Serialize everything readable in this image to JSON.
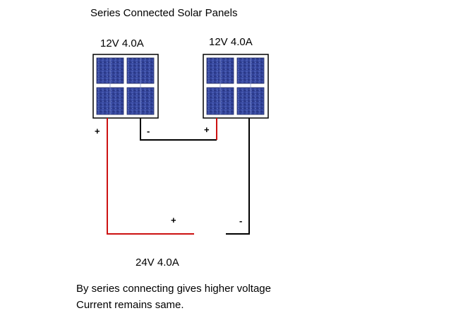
{
  "title": "Series Connected Solar Panels",
  "panels": [
    {
      "label": "12V 4.0A",
      "plus": "+",
      "minus": "-"
    },
    {
      "label": "12V 4.0A",
      "plus": "+",
      "minus": ""
    }
  ],
  "output": {
    "label": "24V 4.0A",
    "plus": "+",
    "minus": "-"
  },
  "notes": [
    "By series connecting gives higher voltage",
    "Current remains same."
  ],
  "colors": {
    "positive_wire": "#cc1111",
    "negative_wire": "#000000",
    "cell_base": "#2c3a8a",
    "cell_light": "#4a5fb5",
    "frame": "#000000"
  }
}
